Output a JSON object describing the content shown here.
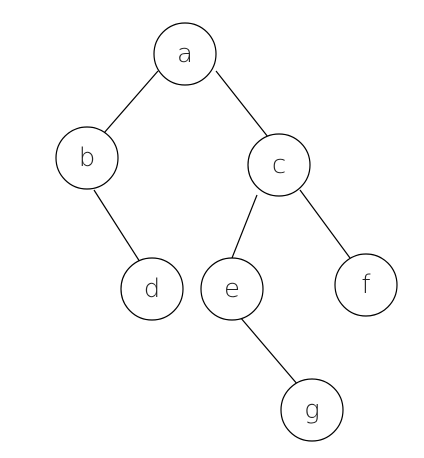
{
  "tree": {
    "nodes": [
      {
        "id": "a",
        "label": "a"
      },
      {
        "id": "b",
        "label": "b"
      },
      {
        "id": "c",
        "label": "c"
      },
      {
        "id": "d",
        "label": "d"
      },
      {
        "id": "e",
        "label": "e"
      },
      {
        "id": "f",
        "label": "f"
      },
      {
        "id": "g",
        "label": "g"
      }
    ],
    "edges": [
      {
        "from": "a",
        "to": "b"
      },
      {
        "from": "a",
        "to": "c"
      },
      {
        "from": "b",
        "to": "d"
      },
      {
        "from": "c",
        "to": "e"
      },
      {
        "from": "c",
        "to": "f"
      },
      {
        "from": "e",
        "to": "g"
      }
    ]
  },
  "colors": {
    "stroke": "#000000",
    "fill": "#ffffff",
    "text": "#222222"
  }
}
